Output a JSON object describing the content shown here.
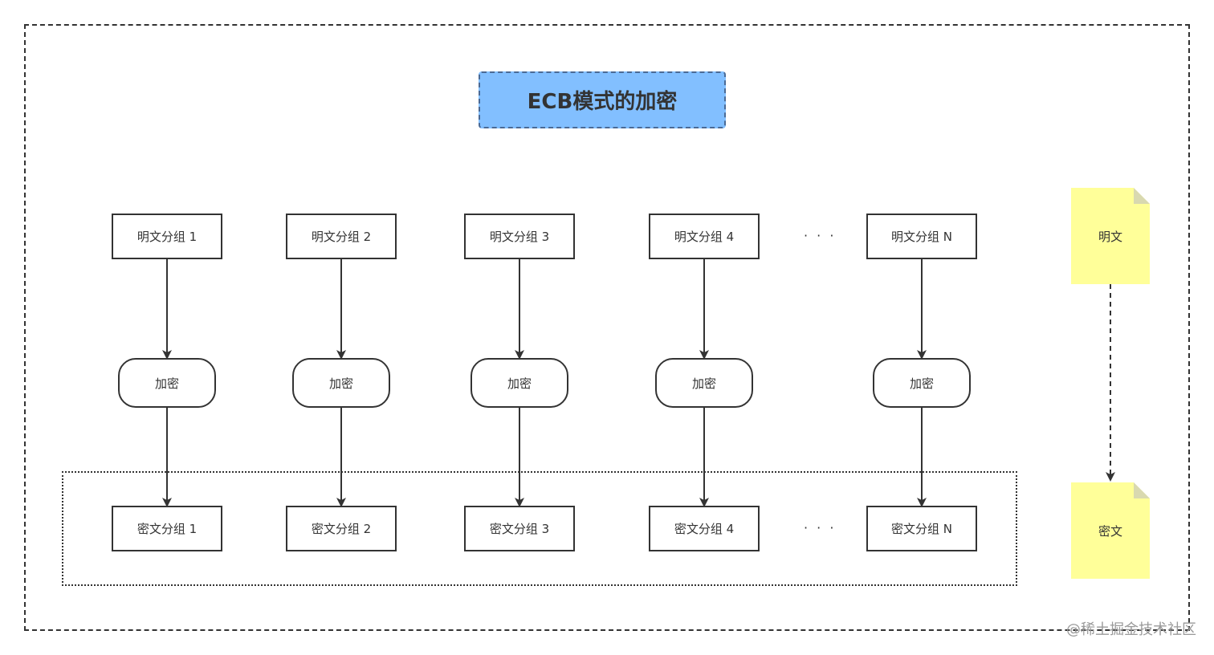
{
  "title": "ECB模式的加密",
  "plaintext_blocks": [
    "明文分组 1",
    "明文分组 2",
    "明文分组 3",
    "明文分组 4",
    "明文分组 N"
  ],
  "encrypt_label": "加密",
  "ciphertext_blocks": [
    "密文分组 1",
    "密文分组 2",
    "密文分组 3",
    "密文分组 4",
    "密文分组 N"
  ],
  "ellipsis": "· · ·",
  "legend": {
    "plaintext": "明文",
    "ciphertext": "密文"
  },
  "watermark": "@稀土掘金技术社区",
  "colors": {
    "title_fill": "#82bfff",
    "note_fill": "#ffff99",
    "stroke": "#333333"
  }
}
